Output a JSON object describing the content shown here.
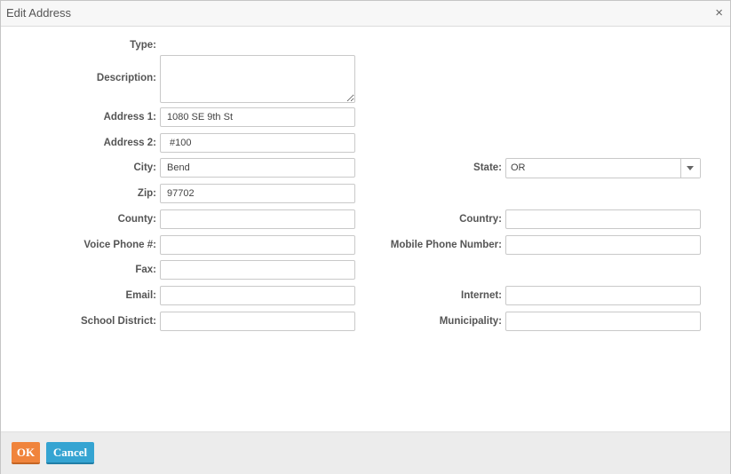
{
  "dialog": {
    "title": "Edit Address",
    "close_glyph": "×"
  },
  "form": {
    "type_label": "Type:",
    "description_label": "Description:",
    "description_value": "",
    "address1_label": "Address 1:",
    "address1_value": "1080 SE 9th St",
    "address2_label": "Address 2:",
    "address2_value": " #100",
    "city_label": "City:",
    "city_value": "Bend",
    "state_label": "State:",
    "state_value": "OR",
    "zip_label": "Zip:",
    "zip_value": "97702",
    "county_label": "County:",
    "county_value": "",
    "country_label": "Country:",
    "country_value": "",
    "voice_phone_label": "Voice Phone #:",
    "voice_phone_value": "",
    "mobile_phone_label": "Mobile Phone Number:",
    "mobile_phone_value": "",
    "fax_label": "Fax:",
    "fax_value": "",
    "email_label": "Email:",
    "email_value": "",
    "internet_label": "Internet:",
    "internet_value": "",
    "school_district_label": "School District:",
    "school_district_value": "",
    "municipality_label": "Municipality:",
    "municipality_value": ""
  },
  "footer": {
    "ok_label": "OK",
    "cancel_label": "Cancel"
  },
  "colors": {
    "ok_button": "#f0843c",
    "cancel_button": "#35a4d2",
    "footer_bg": "#ececec",
    "titlebar_bg": "#f7f7f7"
  }
}
